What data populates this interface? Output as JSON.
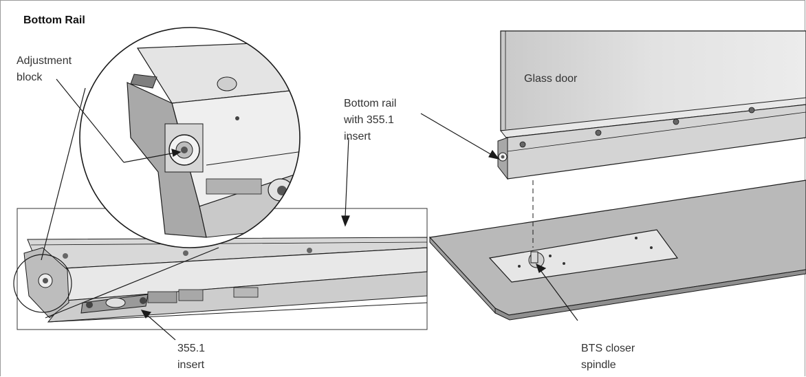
{
  "title": "Bottom Rail",
  "labels": {
    "adjustment_block": [
      "Adjustment",
      "block"
    ],
    "glass_door": "Glass door",
    "bottom_rail": [
      "Bottom rail",
      "with 355.1",
      "insert"
    ],
    "insert": [
      "355.1",
      "insert"
    ],
    "spindle": [
      "BTS closer",
      "spindle"
    ]
  },
  "colors": {
    "outline": "#1a1a1a",
    "metal_light": "#e4e4e4",
    "metal_mid": "#c4c4c4",
    "metal_dark": "#8c8c8c",
    "floor": "#b9b9b9",
    "glass": "#dcdcdc"
  }
}
